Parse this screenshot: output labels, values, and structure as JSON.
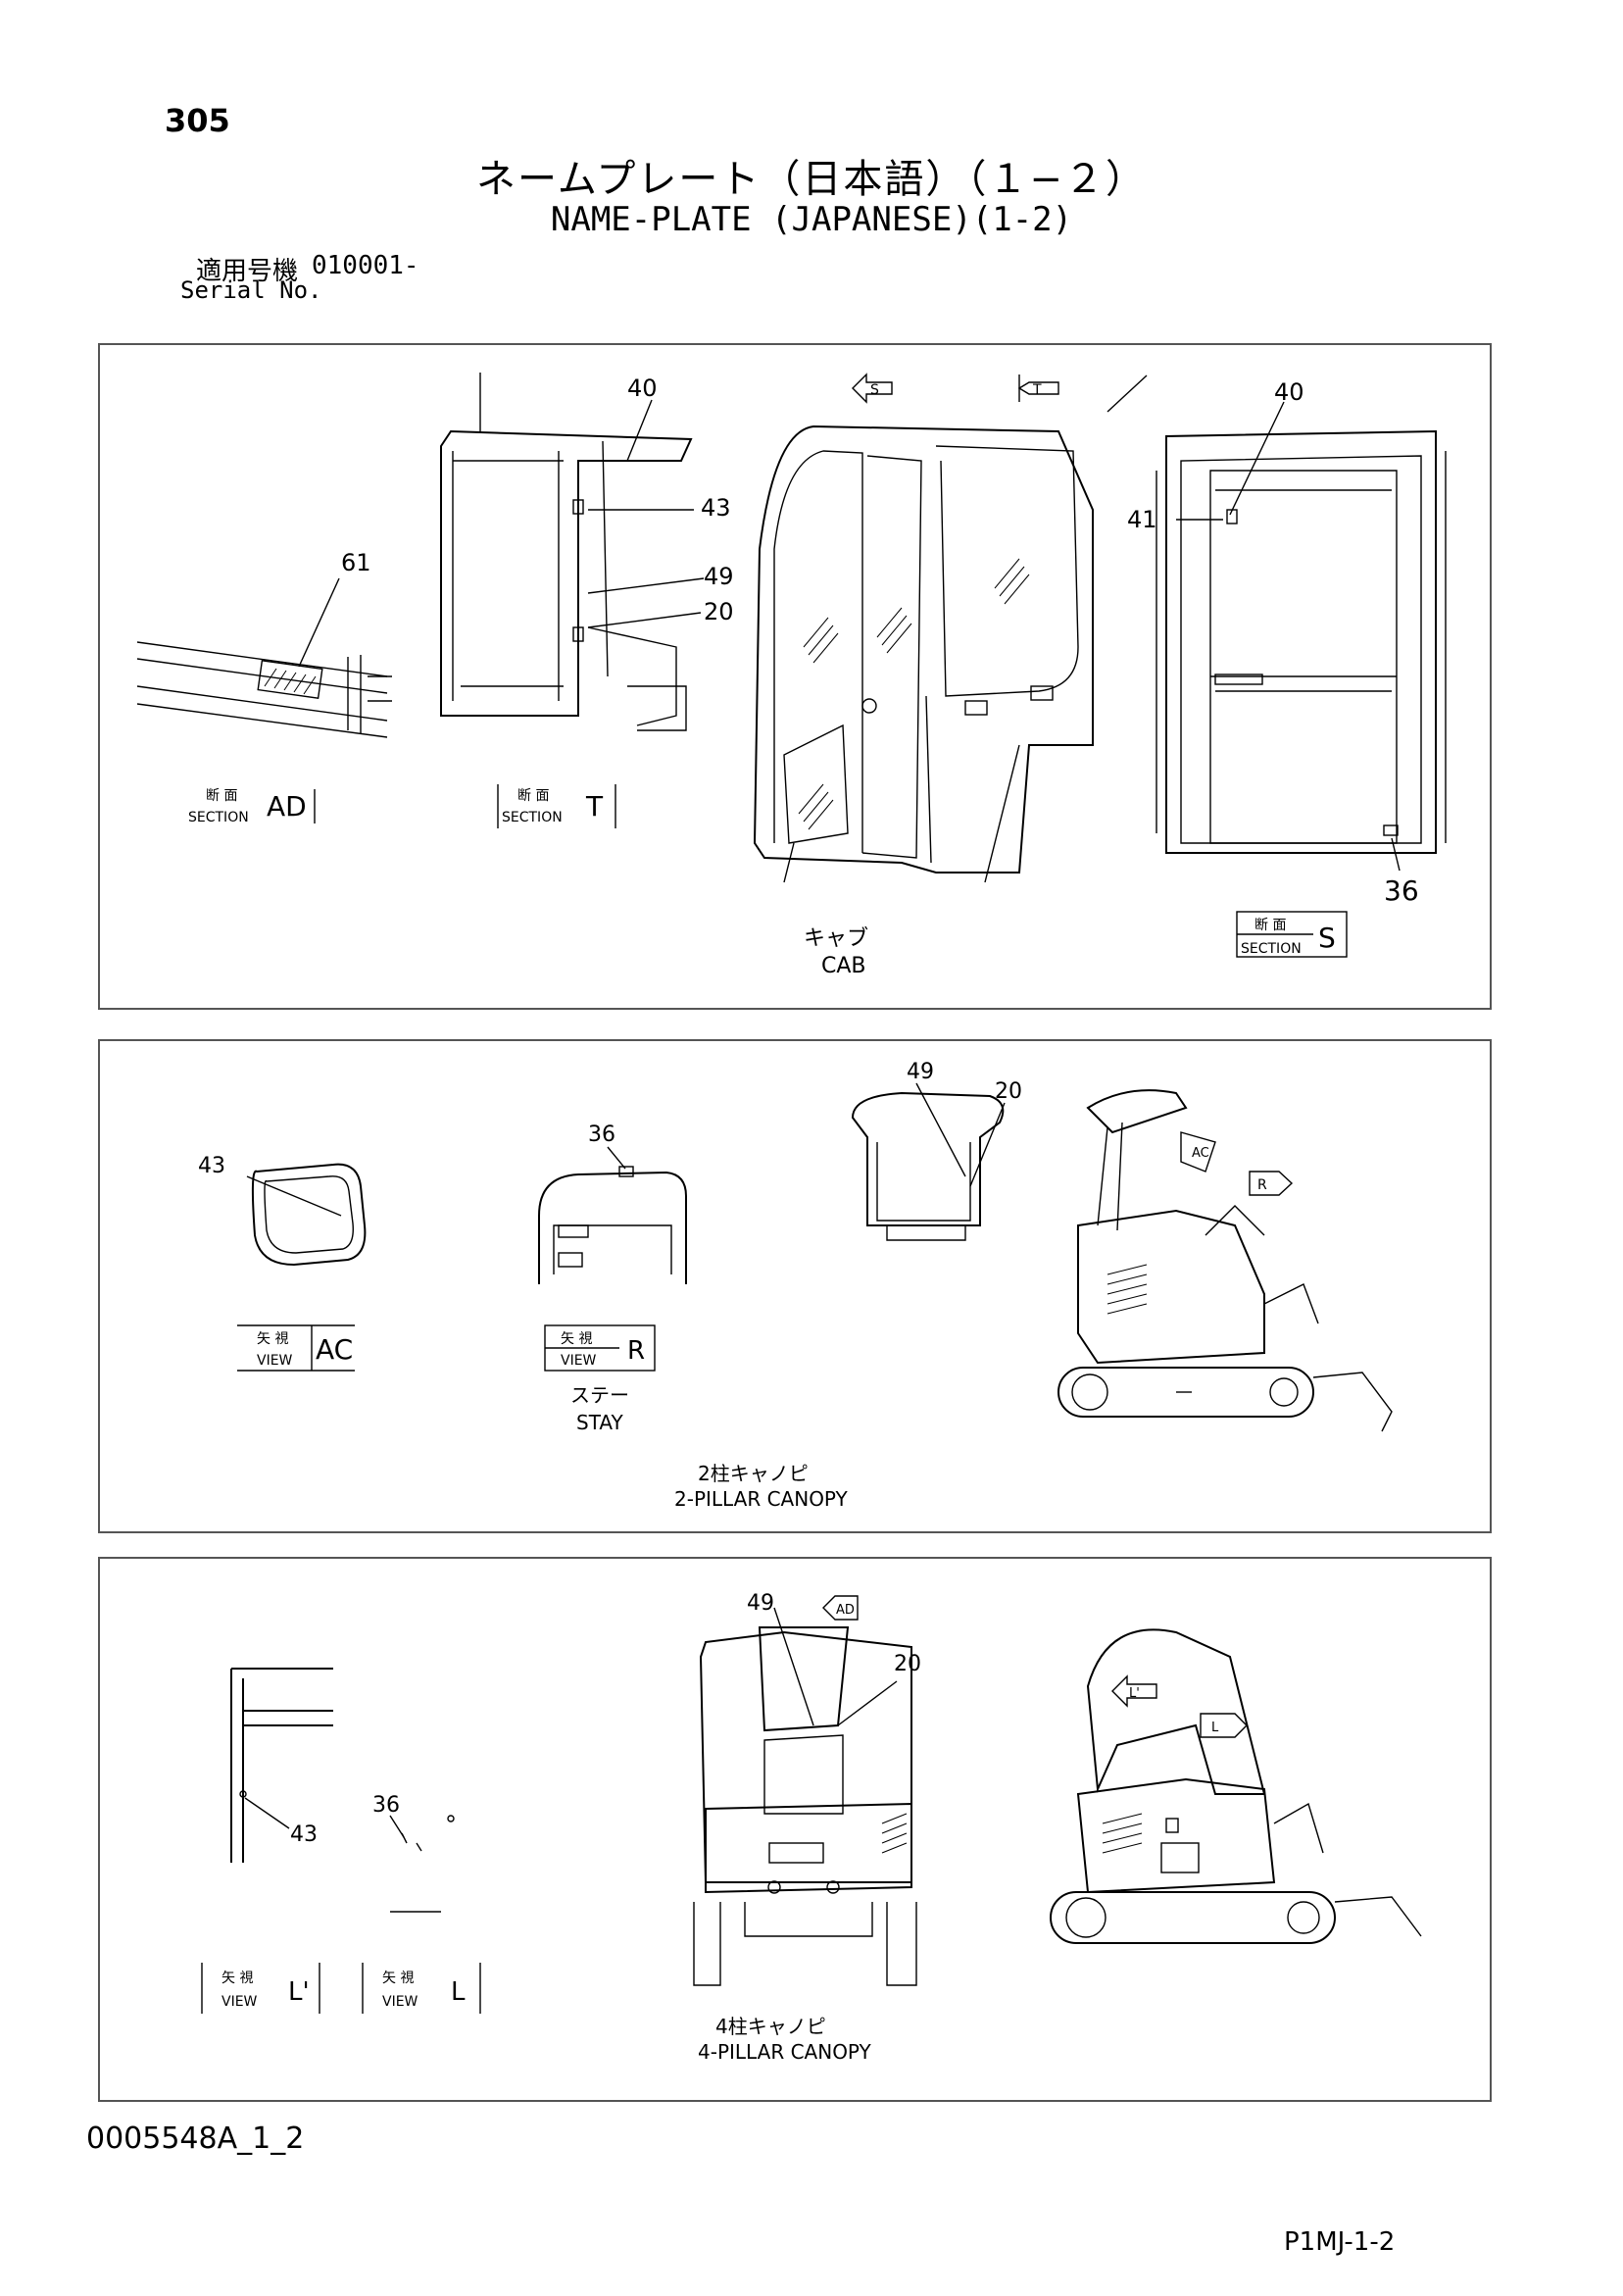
{
  "header": {
    "page_number": "305",
    "title_jp": "ネームプレート（日本語）（１−２）",
    "title_en": "NAME-PLATE (JAPANESE)(1-2)",
    "serial_label_jp": "適用号機",
    "serial_value": "010001-",
    "serial_label_en": "Serial No."
  },
  "panel_cab": {
    "callouts": {
      "c61": "61",
      "c40a": "40",
      "c43": "43",
      "c49": "49",
      "c20": "20",
      "c40b": "40",
      "c41": "41",
      "c36": "36"
    },
    "arrow_s": "S",
    "arrow_t": "T",
    "section_ad": {
      "jp": "断 面",
      "en": "SECTION",
      "id": "AD"
    },
    "section_t": {
      "jp": "断 面",
      "en": "SECTION",
      "id": "T"
    },
    "section_s": {
      "jp": "断 面",
      "en": "SECTION",
      "id": "S"
    },
    "caption_jp": "キャブ",
    "caption_en": "CAB"
  },
  "panel_2pillar": {
    "callouts": {
      "c43": "43",
      "c36": "36",
      "c49": "49",
      "c20": "20"
    },
    "arrow_ac": "AC",
    "arrow_r": "R",
    "view_ac": {
      "jp": "矢 視",
      "en": "VIEW",
      "id": "AC"
    },
    "view_r": {
      "jp": "矢 視",
      "en": "VIEW",
      "id": "R"
    },
    "stay_jp": "ステー",
    "stay_en": "STAY",
    "caption_jp": "2柱キャノピ",
    "caption_en": "2-PILLAR CANOPY"
  },
  "panel_4pillar": {
    "callouts": {
      "c43": "43",
      "c36": "36",
      "c49": "49",
      "c20": "20"
    },
    "arrow_ad": "AD",
    "arrow_l1": "L'",
    "arrow_l": "L",
    "view_l1": {
      "jp": "矢 視",
      "en": "VIEW",
      "id": "L'"
    },
    "view_l": {
      "jp": "矢 視",
      "en": "VIEW",
      "id": "L"
    },
    "caption_jp": "4柱キャノピ",
    "caption_en": "4-PILLAR CANOPY"
  },
  "footer": {
    "drawing_id": "0005548A_1_2",
    "page_code": "P1MJ-1-2"
  }
}
